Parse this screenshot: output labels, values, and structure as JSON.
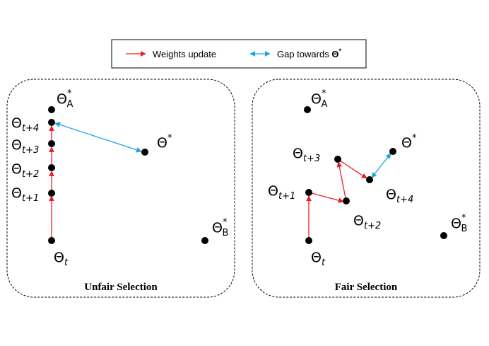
{
  "legend": {
    "weights_update": "Weights update",
    "gap_prefix": "Gap towards ",
    "gap_symbol": "Θ",
    "gap_star": "*"
  },
  "colors": {
    "update_arrow": "#e8202a",
    "gap_arrow": "#1aa7e0",
    "point": "#000000",
    "border": "#000000"
  },
  "panels": {
    "left": {
      "title": "Unfair Selection",
      "labels": {
        "theta_A": {
          "base": "Θ",
          "sup": "*",
          "sub": "A"
        },
        "theta_t4": {
          "base": "Θ",
          "sub": "t+4"
        },
        "theta_t3": {
          "base": "Θ",
          "sub": "t+3"
        },
        "theta_t2": {
          "base": "Θ",
          "sub": "t+2"
        },
        "theta_t1": {
          "base": "Θ",
          "sub": "t+1"
        },
        "theta_t": {
          "base": "Θ",
          "sub": "t"
        },
        "theta_star": {
          "base": "Θ",
          "sup": "*"
        },
        "theta_B": {
          "base": "Θ",
          "sup": "*",
          "sub": "B"
        }
      }
    },
    "right": {
      "title": "Fair Selection",
      "labels": {
        "theta_A": {
          "base": "Θ",
          "sup": "*",
          "sub": "A"
        },
        "theta_t3": {
          "base": "Θ",
          "sub": "t+3"
        },
        "theta_t1": {
          "base": "Θ",
          "sub": "t+1"
        },
        "theta_t2": {
          "base": "Θ",
          "sub": "t+2"
        },
        "theta_t4": {
          "base": "Θ",
          "sub": "t+4"
        },
        "theta_t": {
          "base": "Θ",
          "sub": "t"
        },
        "theta_star": {
          "base": "Θ",
          "sup": "*"
        },
        "theta_B": {
          "base": "Θ",
          "sup": "*",
          "sub": "B"
        }
      }
    }
  }
}
